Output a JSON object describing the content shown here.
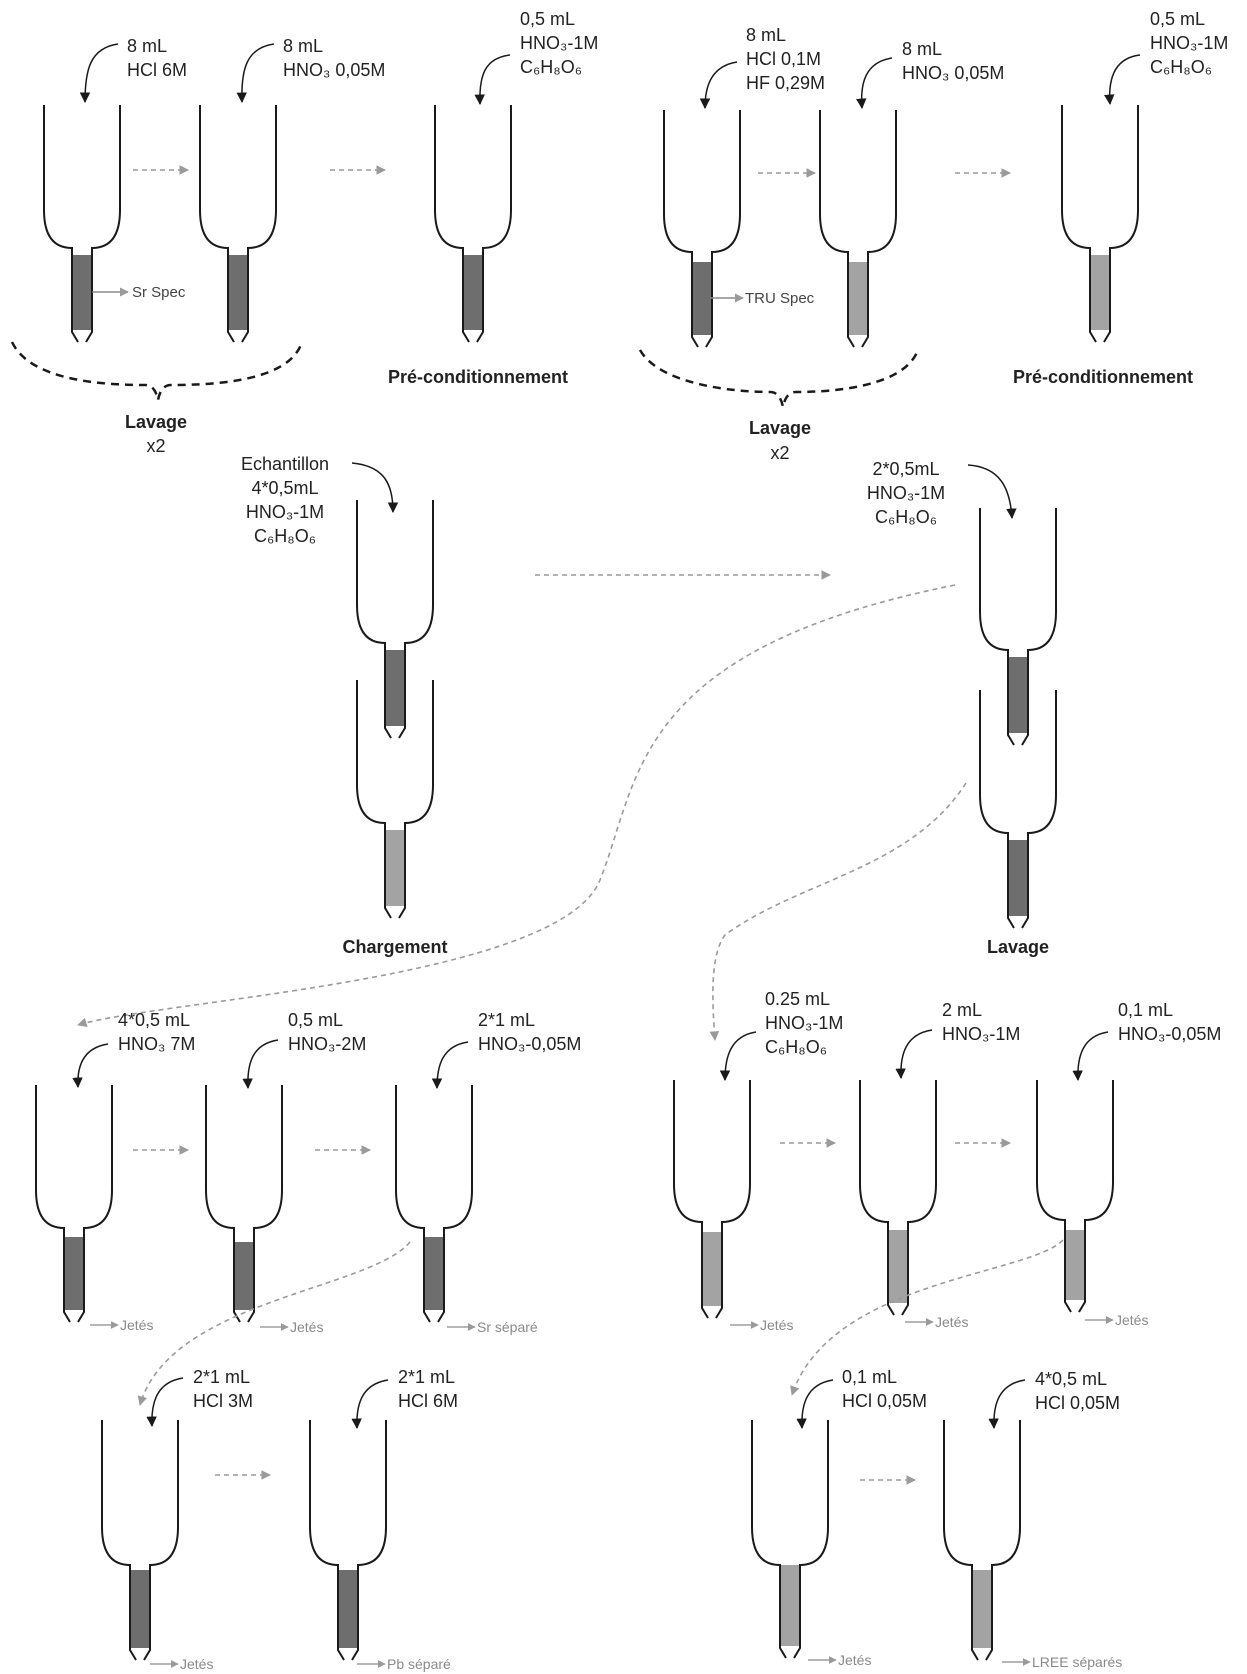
{
  "colors": {
    "line": "#1a1a1a",
    "resin_dark": "#6e6e6e",
    "resin_light": "#a3a3a3",
    "arrow": "#9a9a9a",
    "text": "#222222",
    "muted": "#8a8a8a"
  },
  "labels": {
    "tl1": [
      "8 mL",
      "HCl 6M"
    ],
    "tl2": [
      "8 mL",
      "HNO₃ 0,05M"
    ],
    "tl3": [
      "0,5 mL",
      "HNO₃-1M",
      "C₆H₈O₆"
    ],
    "tr1": [
      "8 mL",
      "HCl 0,1M",
      "HF 0,29M"
    ],
    "tr2": [
      "8 mL",
      "HNO₃ 0,05M"
    ],
    "tr3": [
      "0,5 mL",
      "HNO₃-1M",
      "C₆H₈O₆"
    ],
    "mid_left": [
      "Echantillon",
      "4*0,5mL",
      "HNO₃-1M",
      "C₆H₈O₆"
    ],
    "mid_right": [
      "2*0,5mL",
      "HNO₃-1M",
      "C₆H₈O₆"
    ],
    "bl1": [
      "4*0,5 mL",
      "HNO₃ 7M"
    ],
    "bl2": [
      "0,5 mL",
      "HNO₃-2M"
    ],
    "bl3": [
      "2*1 mL",
      "HNO₃-0,05M"
    ],
    "br1": [
      "0.25 mL",
      "HNO₃-1M",
      "C₆H₈O₆"
    ],
    "br2": [
      "2 mL",
      "HNO₃-1M"
    ],
    "br3": [
      "0,1 mL",
      "HNO₃-0,05M"
    ],
    "pb1": [
      "2*1 mL",
      "HCl 3M"
    ],
    "pb2": [
      "2*1 mL",
      "HCl 6M"
    ],
    "ree1": [
      "0,1 mL",
      "HCl 0,05M"
    ],
    "ree2": [
      "4*0,5 mL",
      "HCl 0,05M"
    ]
  },
  "titles": {
    "lavage": "Lavage",
    "x2": "x2",
    "precond": "Pré-conditionnement",
    "chargement": "Chargement"
  },
  "resins": {
    "sr": "Sr Spec",
    "tru": "TRU Spec"
  },
  "outputs": {
    "jetes": "Jetés",
    "sr": "Sr séparé",
    "pb": "Pb séparé",
    "lree": "LREE séparés"
  }
}
